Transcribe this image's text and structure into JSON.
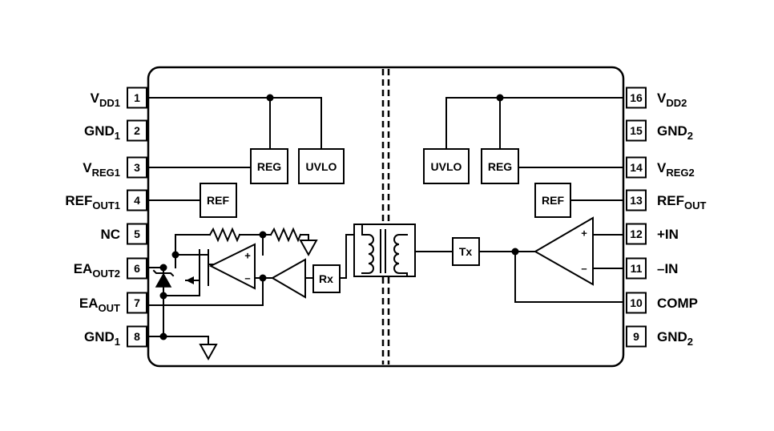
{
  "left_pins": [
    {
      "num": "1",
      "label": "V",
      "sub": "DD1"
    },
    {
      "num": "2",
      "label": "GND",
      "sub": "1"
    },
    {
      "num": "3",
      "label": "V",
      "sub": "REG1"
    },
    {
      "num": "4",
      "label": "REF",
      "sub": "OUT1"
    },
    {
      "num": "5",
      "label": "NC",
      "sub": ""
    },
    {
      "num": "6",
      "label": "EA",
      "sub": "OUT2"
    },
    {
      "num": "7",
      "label": "EA",
      "sub": "OUT"
    },
    {
      "num": "8",
      "label": "GND",
      "sub": "1"
    }
  ],
  "right_pins": [
    {
      "num": "16",
      "label": "V",
      "sub": "DD2"
    },
    {
      "num": "15",
      "label": "GND",
      "sub": "2"
    },
    {
      "num": "14",
      "label": "V",
      "sub": "REG2"
    },
    {
      "num": "13",
      "label": "REF",
      "sub": "OUT"
    },
    {
      "num": "12",
      "label": "+IN",
      "sub": ""
    },
    {
      "num": "11",
      "label": "–IN",
      "sub": ""
    },
    {
      "num": "10",
      "label": "COMP",
      "sub": ""
    },
    {
      "num": "9",
      "label": "GND",
      "sub": "2"
    }
  ],
  "blocks": {
    "reg_left": "REG",
    "uvlo_left": "UVLO",
    "ref_left": "REF",
    "rx": "Rx",
    "uvlo_right": "UVLO",
    "reg_right": "REG",
    "ref_right": "REF",
    "tx": "Tx"
  },
  "signs": {
    "opamp_left_plus": "+",
    "opamp_left_minus": "–",
    "opamp_right_plus": "+",
    "opamp_right_minus": "–"
  }
}
